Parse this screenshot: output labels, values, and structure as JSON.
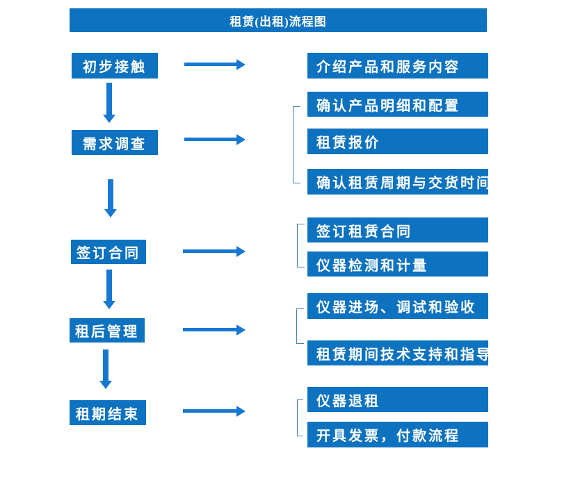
{
  "title": "租赁(出租)流程图",
  "colors": {
    "box_fill": "#0D72BF",
    "arrow": "#1778D2",
    "bracket": "#3E7EC1",
    "box_text": "#FFFFFF",
    "background": "#FFFFFF"
  },
  "left_steps": [
    {
      "label": "初步接触"
    },
    {
      "label": "需求调查"
    },
    {
      "label": "签订合同"
    },
    {
      "label": "租后管理"
    },
    {
      "label": "租期结束"
    }
  ],
  "right_items": [
    {
      "label": "介绍产品和服务内容",
      "step": "初步接触"
    },
    {
      "label": "确认产品明细和配置",
      "step": "需求调查"
    },
    {
      "label": "租赁报价",
      "step": "需求调查"
    },
    {
      "label": "确认租赁周期与交货时间",
      "step": "需求调查"
    },
    {
      "label": "签订租赁合同",
      "step": "签订合同"
    },
    {
      "label": "仪器检测和计量",
      "step": "签订合同"
    },
    {
      "label": "仪器进场、调试和验收",
      "step": "租后管理"
    },
    {
      "label": "租赁期间技术支持和指导",
      "step": "租后管理"
    },
    {
      "label": "仪器退租",
      "step": "租期结束"
    },
    {
      "label": "开具发票，付款流程",
      "step": "租期结束"
    }
  ]
}
